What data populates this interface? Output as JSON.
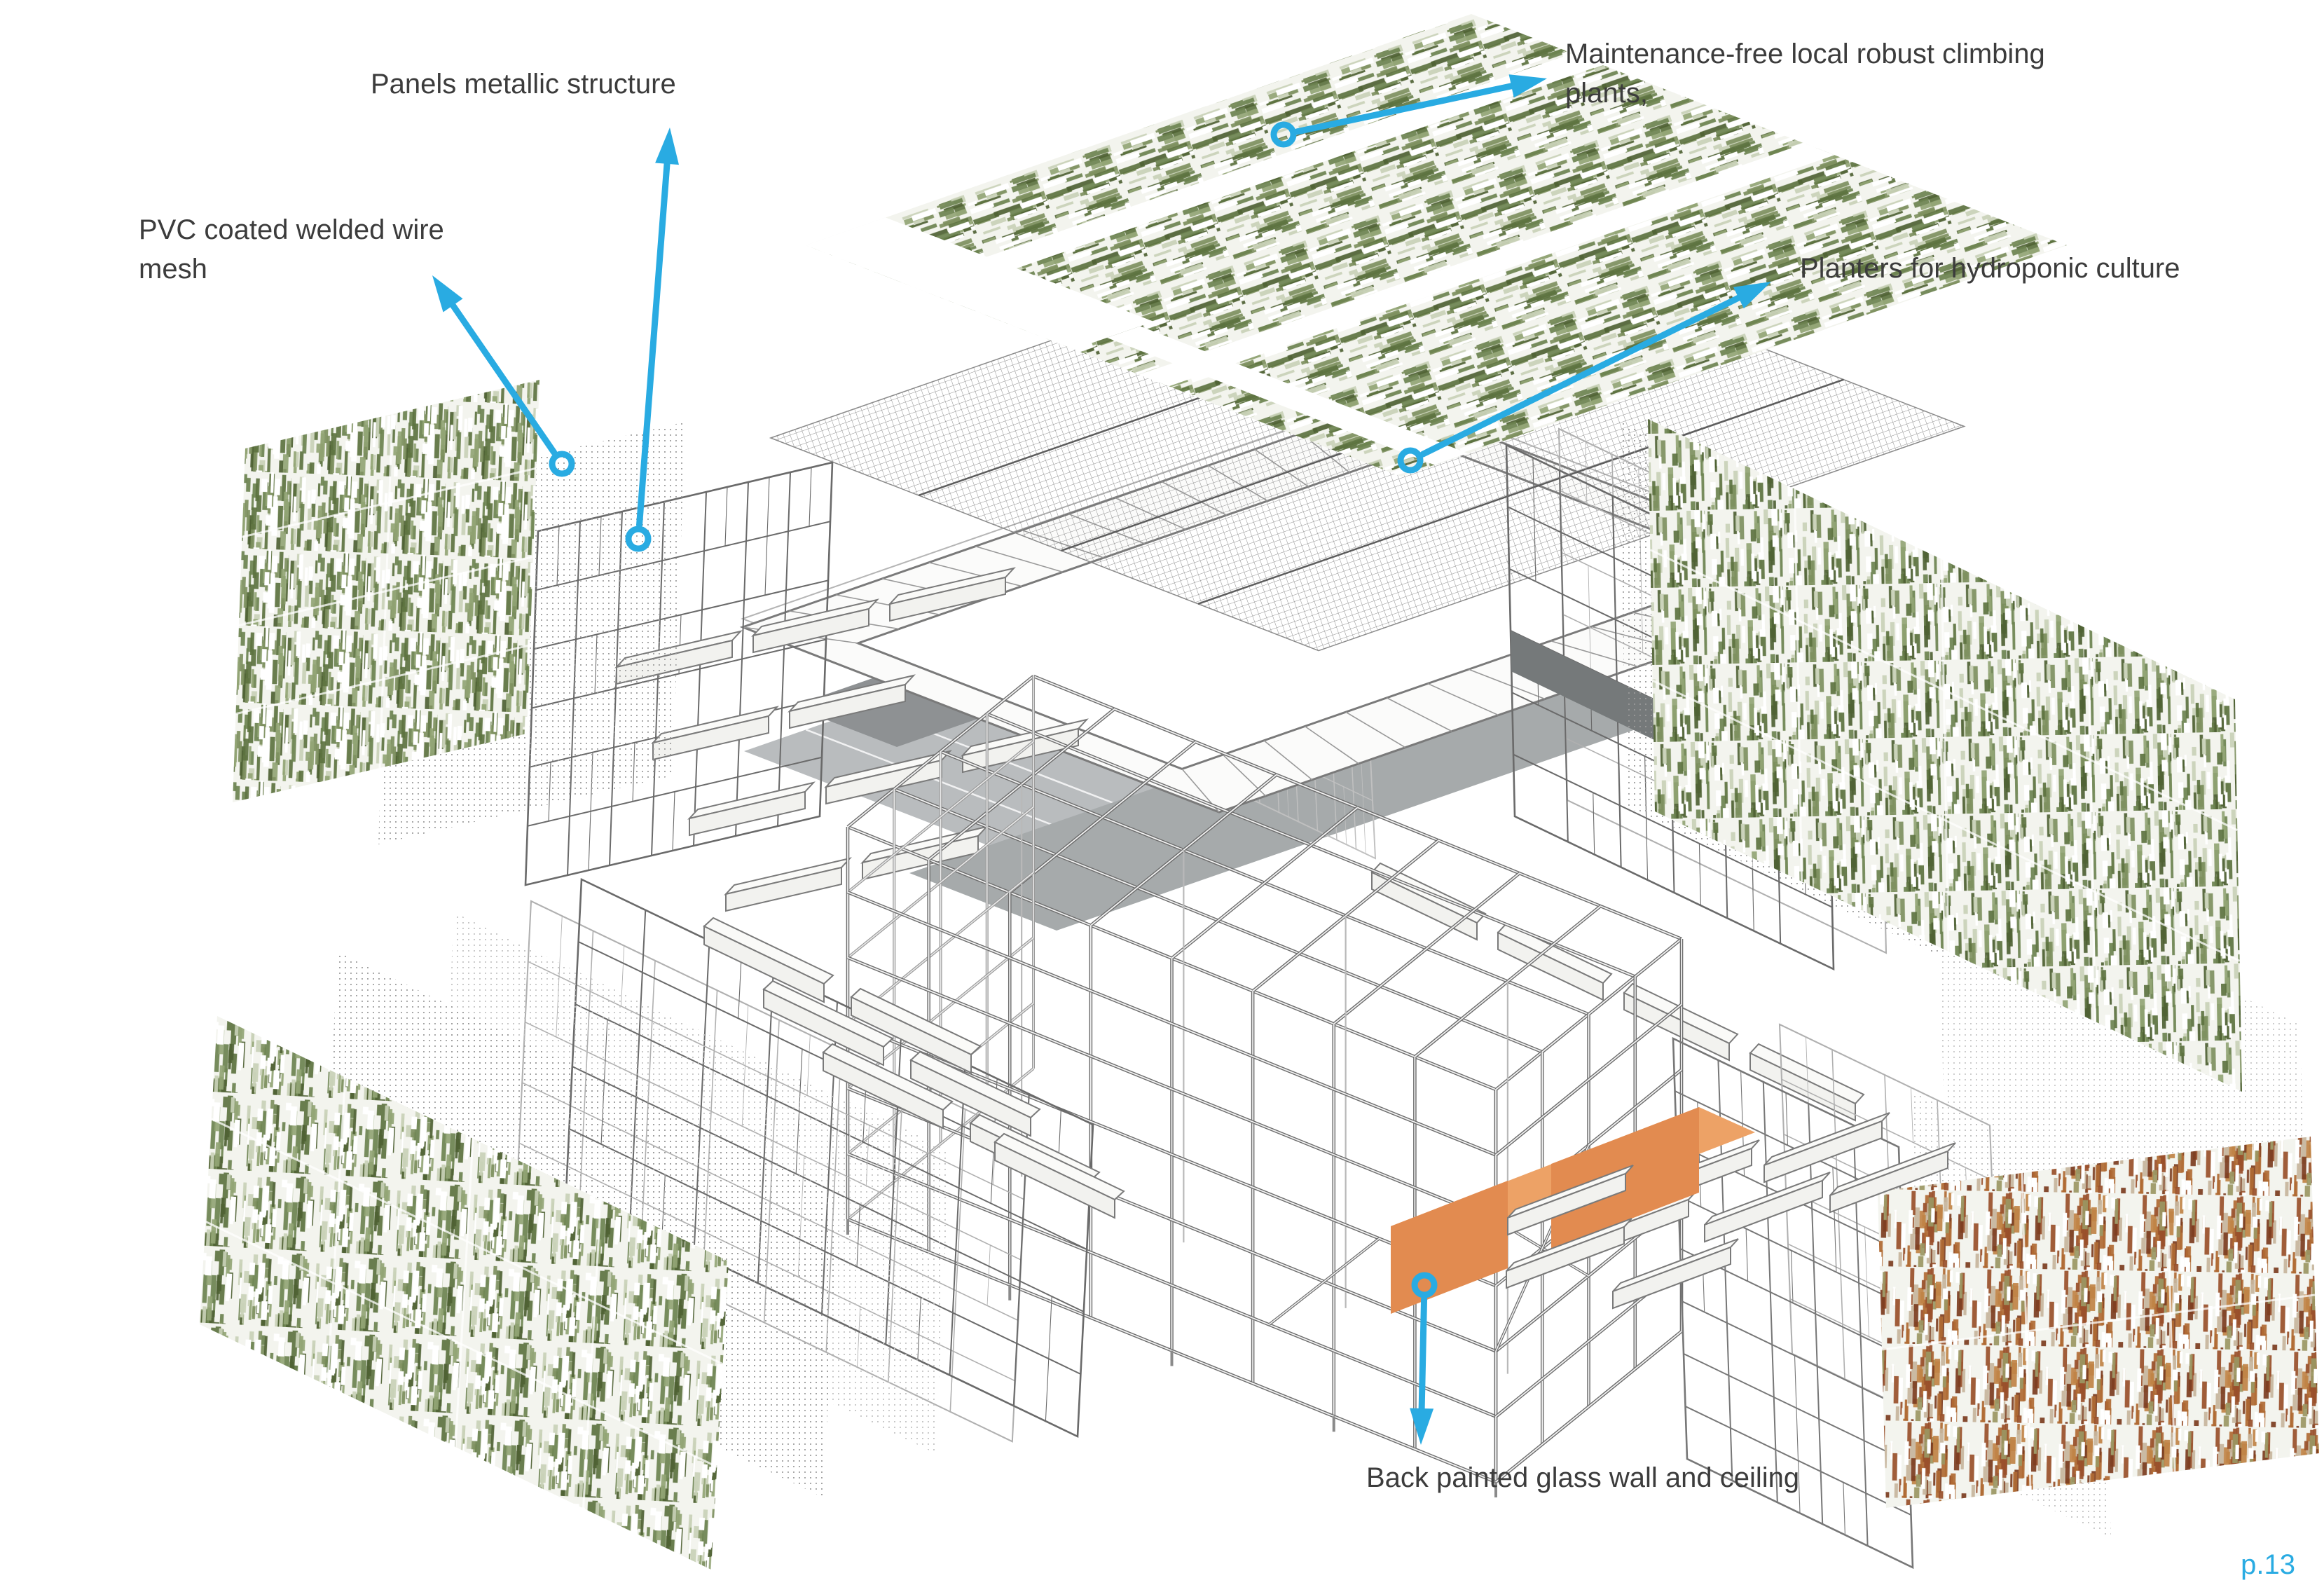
{
  "page": {
    "number": "p.13"
  },
  "colors": {
    "background": "#ffffff",
    "accent_blue": "#29abe2",
    "label_text": "#3c3c3c",
    "steel_line": "#6d6d6d",
    "steel_core": "#f2f2f2",
    "steel_light": "#b9b9b9",
    "panel_line": "#6a6a6a",
    "panel_line_light": "#b0b0b0",
    "mesh_line": "#8f8f8f",
    "mesh_dot": "#9b9b9b",
    "mesh_dot_light": "#c2c2c2",
    "glass_dark": "#8e9193",
    "glass_light": "#b9bcbe",
    "glass_mid": "#a6aaab",
    "planter_fill": "#f2f2ef",
    "planter_top": "#fafaf8",
    "planter_stroke": "#7a7a7a",
    "orange_top": "#eda266",
    "orange_front": "#e28b50",
    "greens": [
      "#4f6234",
      "#5e7340",
      "#6d8350",
      "#7e9160",
      "#93a575",
      "#c9d2b8"
    ],
    "autumn": [
      "#7c3d20",
      "#99502a",
      "#b06a33",
      "#c08446",
      "#9b9763",
      "#c7b69c"
    ]
  },
  "annotations": {
    "panels": {
      "lines": [
        "Panels metallic structure"
      ]
    },
    "pvc_mesh": {
      "lines": [
        "PVC coated welded wire",
        "mesh"
      ]
    },
    "climbing": {
      "lines": [
        "Maintenance-free local robust climbing",
        "plants,"
      ]
    },
    "planters": {
      "lines": [
        "Planters for hydroponic culture"
      ]
    },
    "glass": {
      "lines": [
        "Back painted glass wall and ceiling"
      ]
    }
  }
}
